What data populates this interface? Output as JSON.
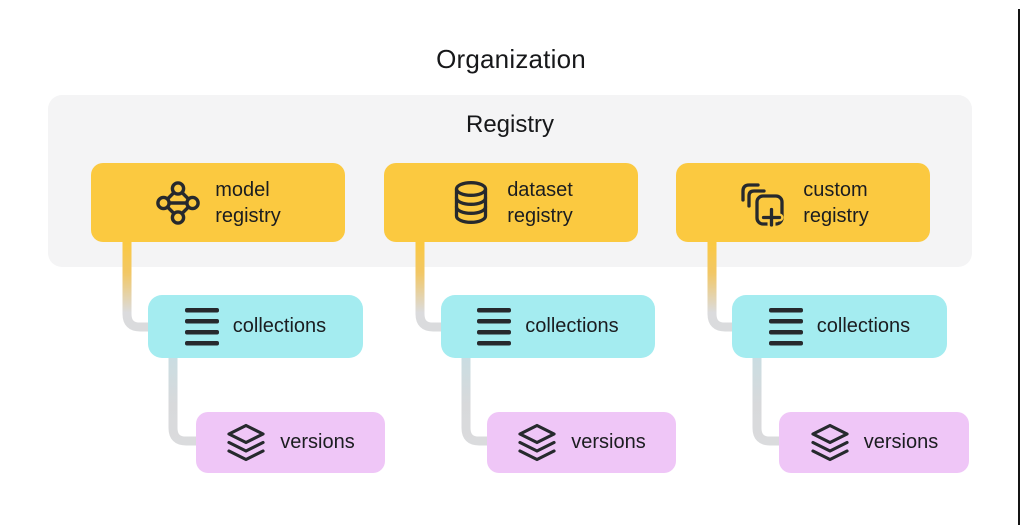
{
  "title": "Organization",
  "registry_group": {
    "label": "Registry"
  },
  "columns": [
    {
      "registry_box": {
        "label_line1": "model",
        "label_line2": "registry",
        "icon": "model-registry-icon"
      },
      "collections_box": {
        "label": "collections",
        "icon": "collections-icon"
      },
      "versions_box": {
        "label": "versions",
        "icon": "versions-icon"
      }
    },
    {
      "registry_box": {
        "label_line1": "dataset",
        "label_line2": "registry",
        "icon": "dataset-registry-icon"
      },
      "collections_box": {
        "label": "collections",
        "icon": "collections-icon"
      },
      "versions_box": {
        "label": "versions",
        "icon": "versions-icon"
      }
    },
    {
      "registry_box": {
        "label_line1": "custom",
        "label_line2": "registry",
        "icon": "custom-registry-icon"
      },
      "collections_box": {
        "label": "collections",
        "icon": "collections-icon"
      },
      "versions_box": {
        "label": "versions",
        "icon": "versions-icon"
      }
    }
  ],
  "colors": {
    "registry_box_bg": "#FBC940",
    "collections_box_bg": "#A4ECF0",
    "versions_box_bg": "#EFC6F7",
    "group_bg": "#F4F4F5",
    "connector_gold": "#FBC940",
    "connector_gray": "#DADBDD",
    "icon_ink": "#26292D",
    "text_ink": "#1B1D20"
  }
}
